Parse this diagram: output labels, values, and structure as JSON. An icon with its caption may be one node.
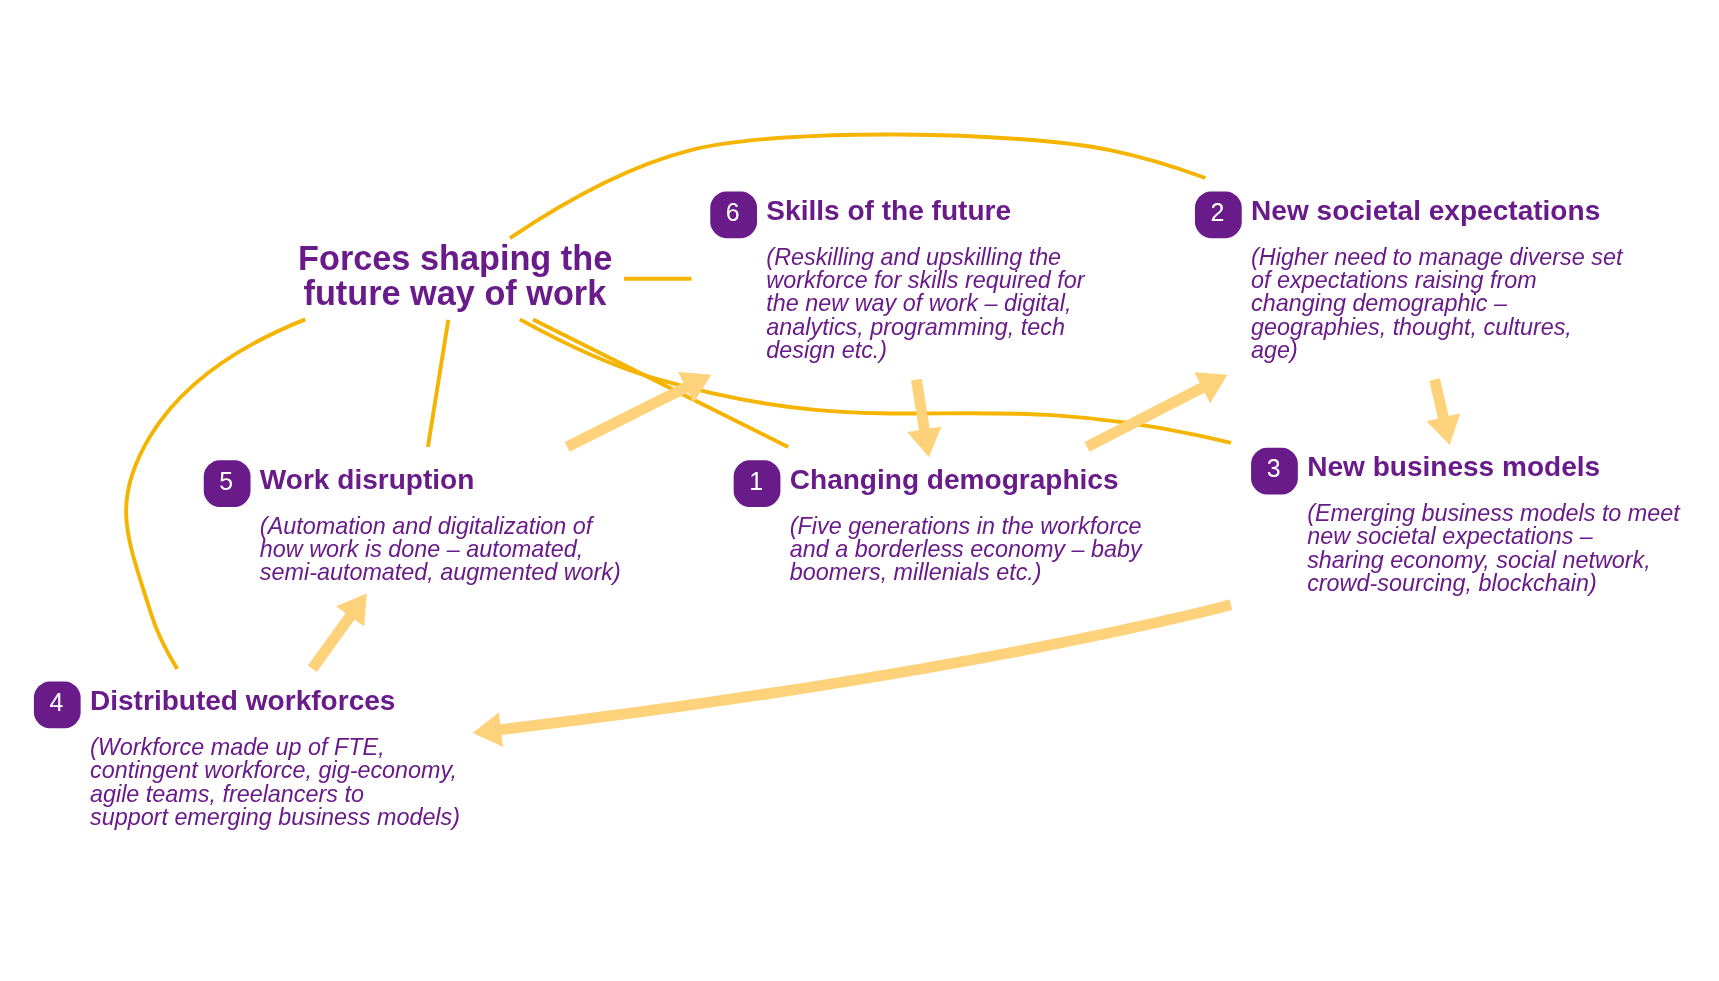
{
  "diagram": {
    "nodes": [
      {
        "text": [
          "Forces shaping the future way of work"
        ]
      },
      {
        "text": [
          "1",
          "Changing demographics",
          "(Five generations in the workforce and a borderless economy – baby boomers, millenials etc.)"
        ]
      },
      {
        "text": [
          "2",
          "New societal expectations",
          "(Higher need to manage diverse set of expectations raising from changing demographic – geographies, thought, cultures, age)"
        ]
      },
      {
        "text": [
          "3",
          "New business models",
          "(Emerging business models to meet new societal expectations – sharing economy, social network, crowd-sourcing, blockchain)"
        ]
      },
      {
        "text": [
          "4",
          "Distributed workforces",
          "(Workforce made up of FTE, contingent workforce, gig-economy, agile teams, freelancers to support emerging business models)"
        ]
      },
      {
        "text": [
          "5",
          "Work disruption",
          "(Automation and digitalization of how work is done – automated, semi-automated, augmented work)"
        ]
      },
      {
        "text": [
          "6",
          "Skills of the future",
          "(Reskilling and upskilling the workforce for skills required for the new way of work – digital, analytics, programming, tech design etc.)"
        ]
      }
    ],
    "edges": [
      {
        "from": 0,
        "to": 1,
        "arrow": "none",
        "color": "#f5b400"
      },
      {
        "from": 0,
        "to": 2,
        "arrow": "none",
        "color": "#f5b400"
      },
      {
        "from": 0,
        "to": 3,
        "arrow": "none",
        "color": "#f5b400"
      },
      {
        "from": 0,
        "to": 4,
        "arrow": "none",
        "color": "#f5b400"
      },
      {
        "from": 0,
        "to": 5,
        "arrow": "none",
        "color": "#f5b400"
      },
      {
        "from": 0,
        "to": 6,
        "arrow": "none",
        "color": "#f5b400"
      },
      {
        "from": 1,
        "to": 2,
        "arrow": "to",
        "style": "thick",
        "color": "#fdd27a"
      },
      {
        "from": 2,
        "to": 3,
        "arrow": "to",
        "style": "thick",
        "color": "#fdd27a"
      },
      {
        "from": 3,
        "to": 4,
        "arrow": "to",
        "style": "thick",
        "color": "#fdd27a"
      },
      {
        "from": 4,
        "to": 5,
        "arrow": "to",
        "style": "thick",
        "color": "#fdd27a"
      },
      {
        "from": 5,
        "to": 6,
        "arrow": "to",
        "style": "thick",
        "color": "#fdd27a"
      },
      {
        "from": 6,
        "to": 1,
        "arrow": "to",
        "style": "thick",
        "color": "#fdd27a"
      }
    ]
  }
}
